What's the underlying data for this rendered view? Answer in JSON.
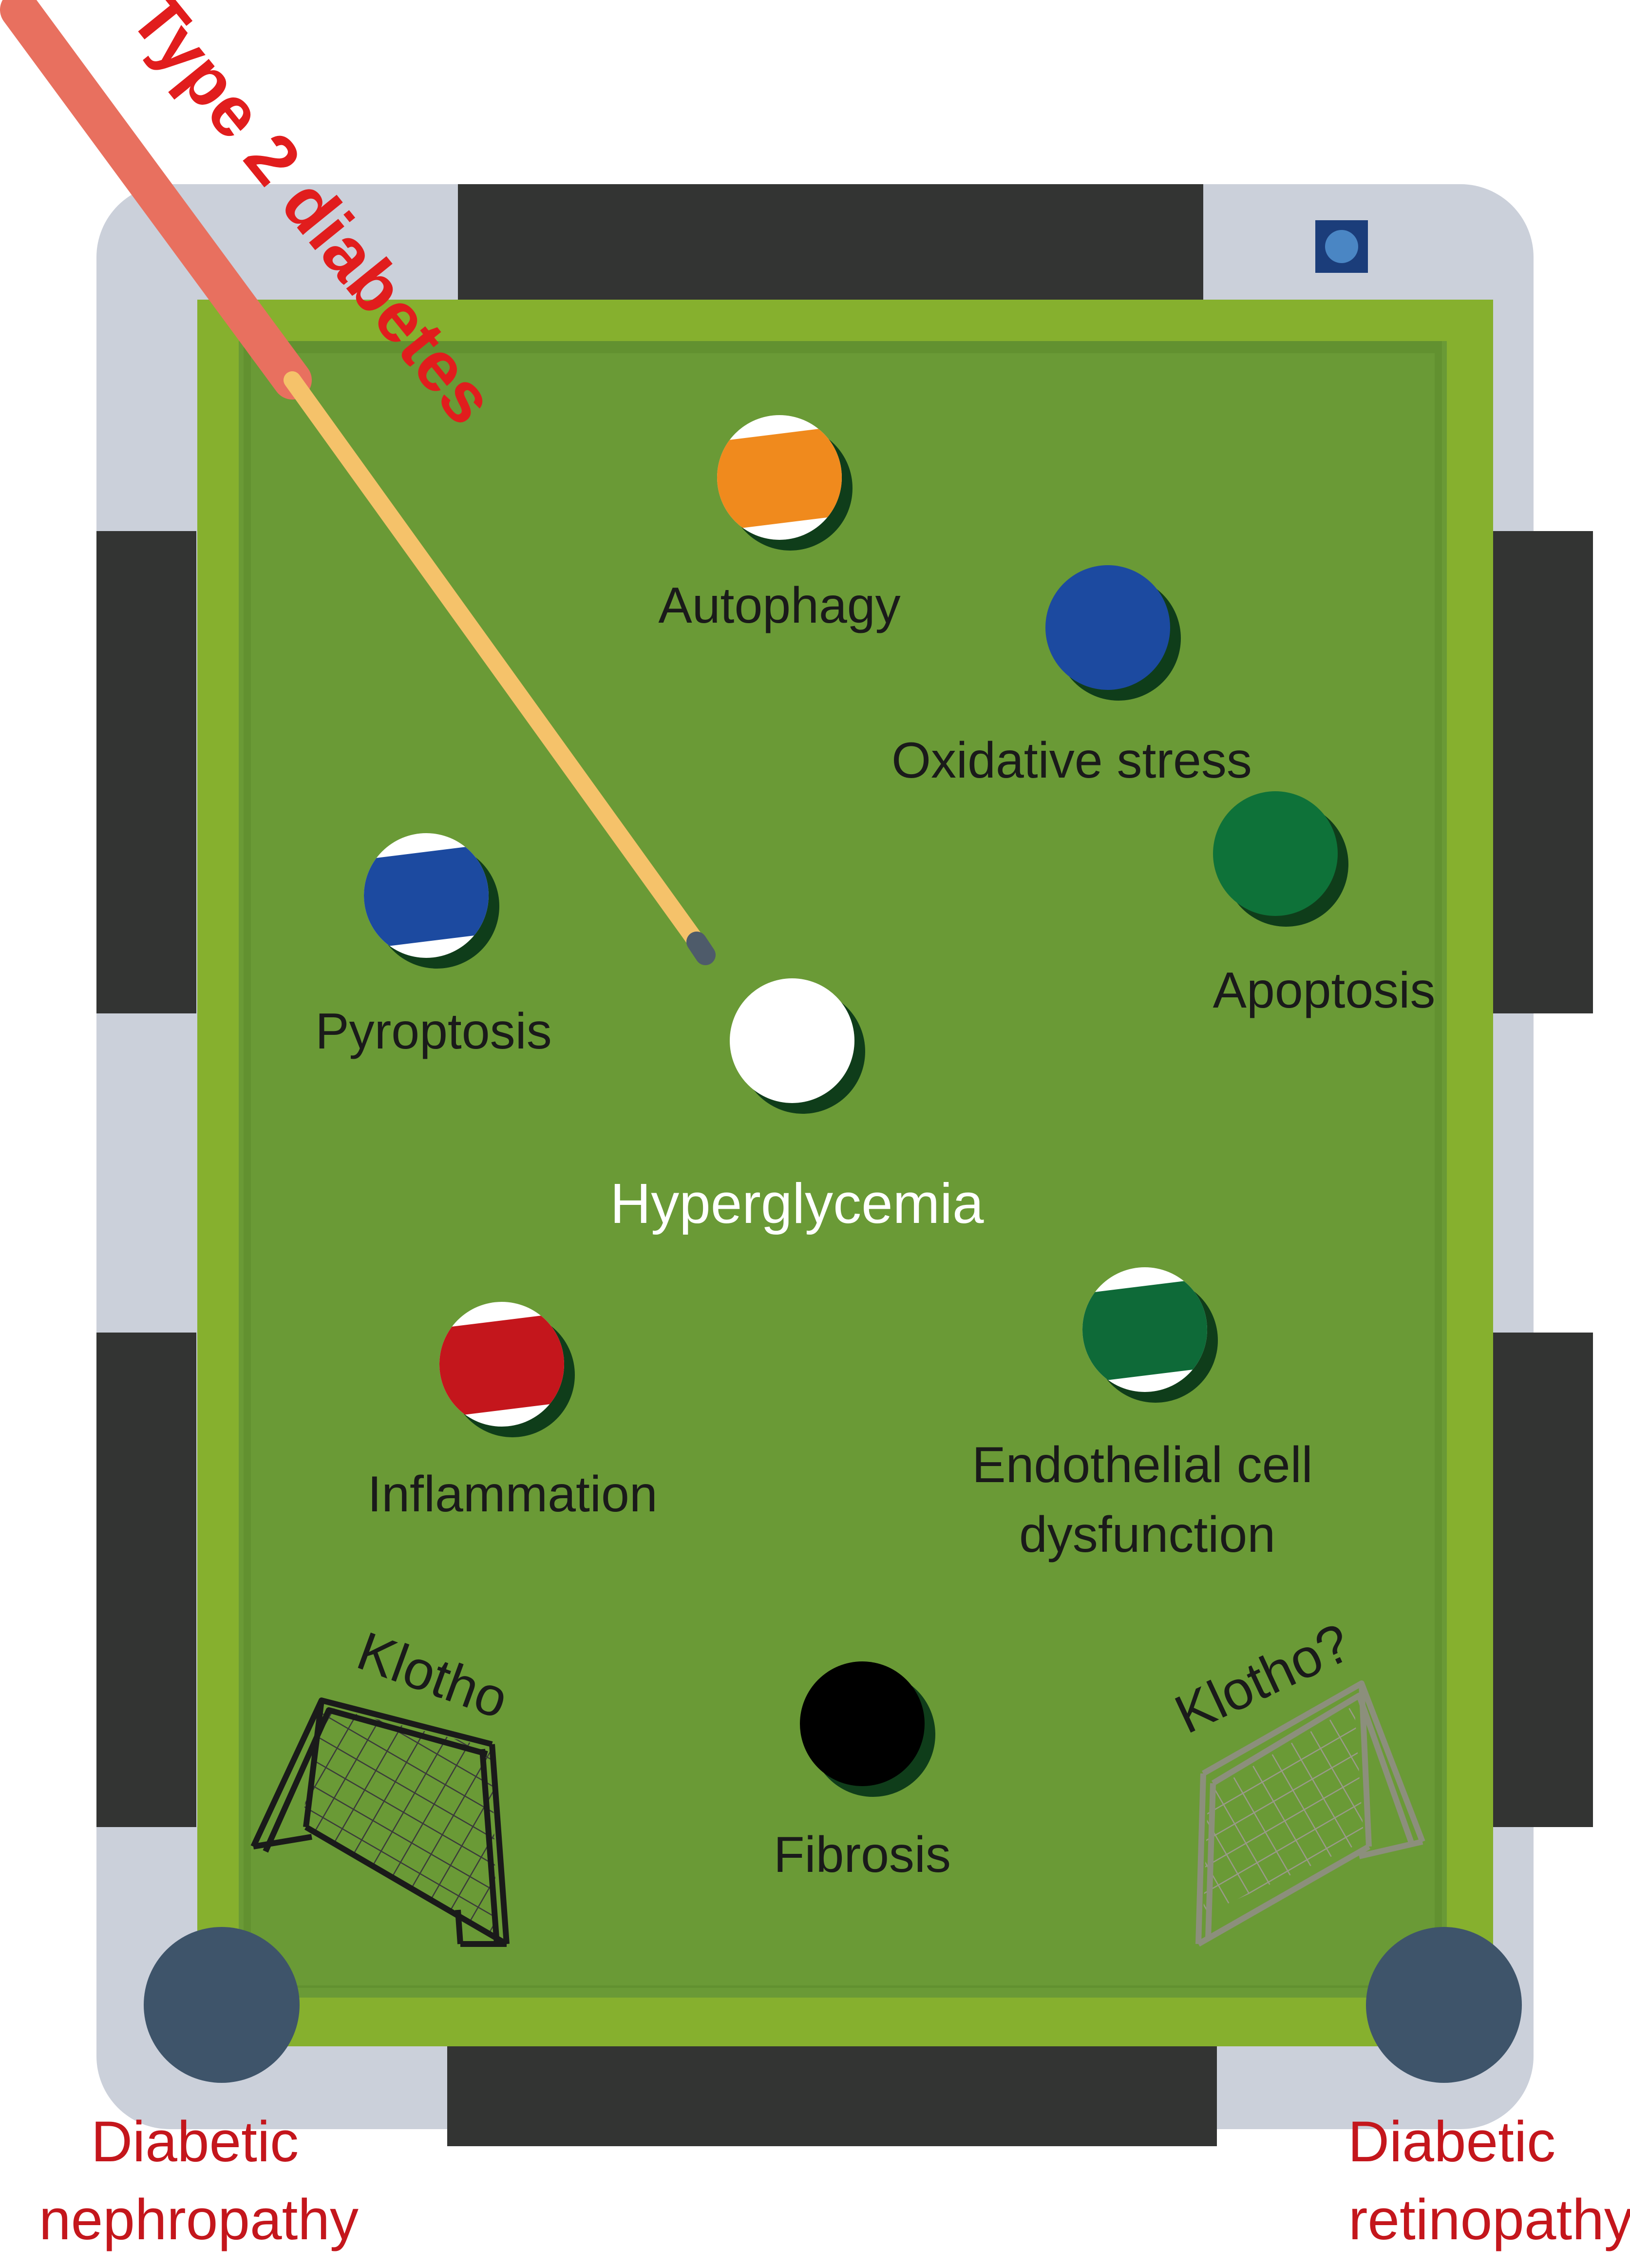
{
  "title": "Type 2 diabetes",
  "center": {
    "label": "Hyperglycemia",
    "color": "#ffffff"
  },
  "balls": [
    {
      "label": "Autophagy",
      "color": "#f08a1d",
      "style": "striped"
    },
    {
      "label": "Oxidative stress",
      "color": "#1c4aa0",
      "style": "solid"
    },
    {
      "label": "Apoptosis",
      "color": "#0e7239",
      "style": "solid"
    },
    {
      "label": "Pyroptosis",
      "color": "#1c4aa0",
      "style": "striped"
    },
    {
      "label": "Inflammation",
      "color": "#c4161c",
      "style": "striped"
    },
    {
      "label": "Endothelial cell",
      "label_line2": "dysfunction",
      "color": "#0e6a38",
      "style": "striped"
    },
    {
      "label": "Fibrosis",
      "color": "#000000",
      "style": "solid"
    }
  ],
  "goals": [
    {
      "label": "Klotho",
      "icon": "soccer-goal-icon"
    },
    {
      "label": "Klotho?",
      "icon": "soccer-goal-faded-icon"
    }
  ],
  "pockets": [
    {
      "label_line1": "Diabetic",
      "label_line2": "nephropathy"
    },
    {
      "label_line1": "Diabetic",
      "label_line2": "retinopathy"
    }
  ],
  "colors": {
    "felt": "#6a9a36",
    "rail": "#86b02e",
    "frame": "#cbd0da",
    "diamond_band": "#333433",
    "pocket": "#3e546a",
    "cue_tip_band": "#e8705f",
    "cue_shaft": "#f5c26a",
    "accent_red": "#c4161c"
  }
}
